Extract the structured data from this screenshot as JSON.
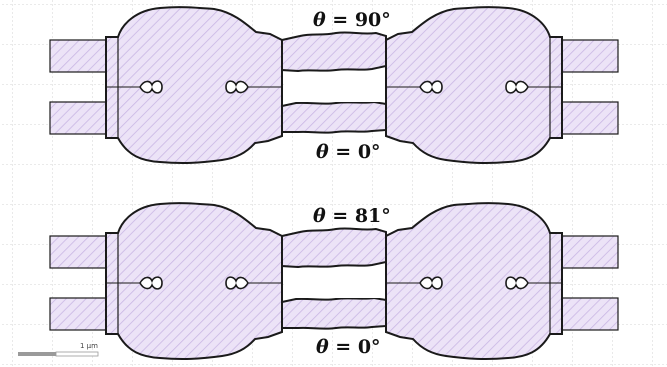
{
  "colors": {
    "fill": "#ece3f7",
    "hatch": "#c9b6e4",
    "outline": "#1a1a1a",
    "grid": "#c8c8c8",
    "scalebar": "#9a9a9a"
  },
  "devices": [
    {
      "top_label": {
        "symbol": "θ",
        "text": " = 90°"
      },
      "bottom_label": {
        "symbol": "θ",
        "text": " = 0°"
      }
    },
    {
      "top_label": {
        "symbol": "θ",
        "text": " = 81°"
      },
      "bottom_label": {
        "symbol": "θ",
        "text": " = 0°"
      }
    }
  ],
  "scale_bar": {
    "label": "1 μm"
  }
}
